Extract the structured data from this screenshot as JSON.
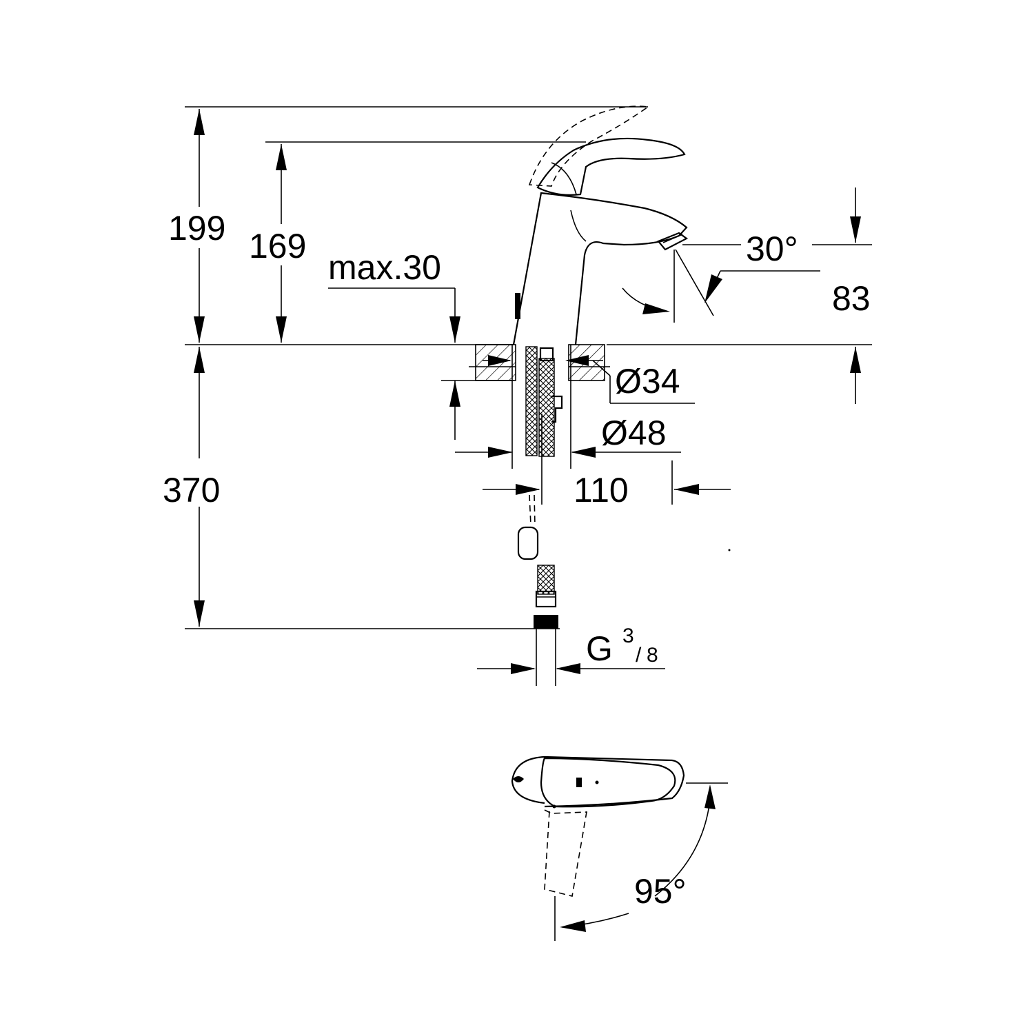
{
  "dimensions": {
    "total_height": "199",
    "lever_height": "169",
    "max_thickness": "max.30",
    "spout_angle": "30°",
    "spout_height": "83",
    "hole_diameter": "Ø34",
    "base_diameter": "Ø48",
    "spout_reach": "110",
    "hose_length": "370",
    "connection_thread": "G",
    "thread_numerator": "3",
    "thread_slash": "/",
    "thread_denominator": "8",
    "lever_rotation": "95°"
  }
}
